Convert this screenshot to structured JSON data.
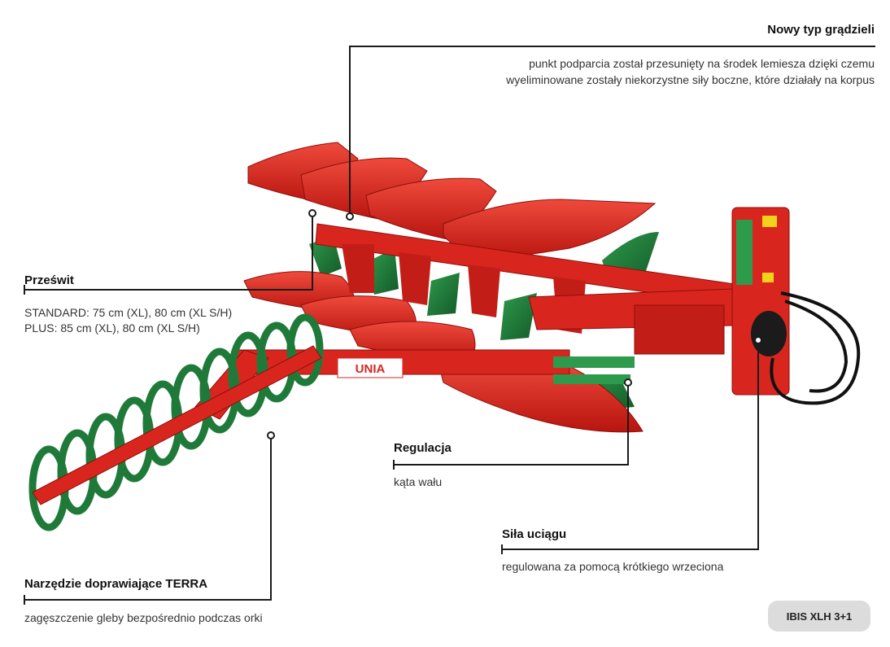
{
  "callouts": {
    "beam": {
      "title": "Nowy typ grądzieli",
      "lines": [
        "punkt podparcia został przesunięty na środek lemiesza dzięki czemu",
        "wyeliminowane zostały niekorzystne siły boczne, które działały na korpus"
      ]
    },
    "clearance": {
      "title": "Prześwit",
      "lines": [
        "STANDARD: 75 cm (XL), 80 cm (XL S/H)",
        "PLUS: 85 cm (XL), 80 cm (XL S/H)"
      ]
    },
    "adjustment": {
      "title": "Regulacja",
      "lines": [
        "kąta wału"
      ]
    },
    "draft": {
      "title": "Siła uciągu",
      "lines": [
        "regulowana za pomocą krótkiego wrzeciona"
      ]
    },
    "tool": {
      "title": "Narzędzie doprawiające TERRA",
      "lines": [
        "zagęszczenie gleby bezpośrednio podczas orki"
      ]
    }
  },
  "machine": {
    "logo": "UNIA",
    "colors": {
      "body": "#d8261f",
      "dark_red": "#a8130e",
      "green": "#1f7a3a",
      "line": "#1a1a1a"
    }
  },
  "model": "IBIS XLH 3+1"
}
